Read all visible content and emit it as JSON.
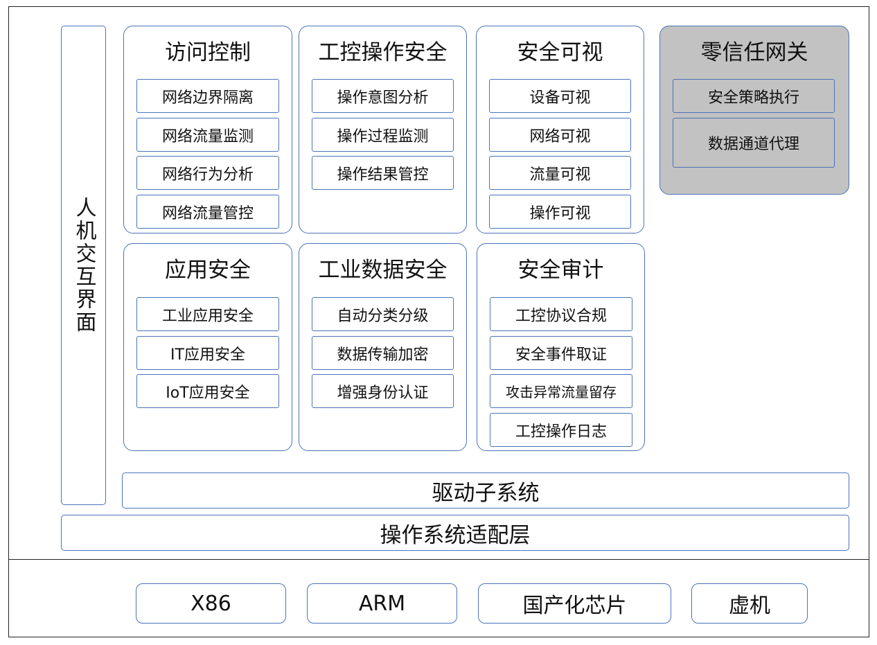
{
  "hmi_label": "人机交互界面",
  "modules": {
    "access_control": {
      "title": "访问控制",
      "items": [
        "网络边界隔离",
        "网络流量监测",
        "网络行为分析",
        "网络流量管控"
      ]
    },
    "ics_op_security": {
      "title": "工控操作安全",
      "items": [
        "操作意图分析",
        "操作过程监测",
        "操作结果管控"
      ]
    },
    "security_visibility": {
      "title": "安全可视",
      "items": [
        "设备可视",
        "网络可视",
        "流量可视",
        "操作可视"
      ]
    },
    "zero_trust_gateway": {
      "title": "零信任网关",
      "items": [
        "安全策略执行",
        "数据通道代理"
      ]
    },
    "app_security": {
      "title": "应用安全",
      "items": [
        "工业应用安全",
        "IT应用安全",
        "IoT应用安全"
      ]
    },
    "industrial_data_security": {
      "title": "工业数据安全",
      "items": [
        "自动分类分级",
        "数据传输加密",
        "增强身份认证"
      ]
    },
    "security_audit": {
      "title": "安全审计",
      "items": [
        "工控协议合规",
        "安全事件取证",
        "攻击异常流量留存",
        "工控操作日志"
      ]
    }
  },
  "driver_subsystem": "驱动子系统",
  "os_adapter_layer": "操作系统适配层",
  "platforms": [
    "X86",
    "ARM",
    "国产化芯片",
    "虚机"
  ],
  "colors": {
    "accent_border": "#4a73b8",
    "gateway_fill": "#c2c2c2",
    "frame_border": "#222222"
  }
}
